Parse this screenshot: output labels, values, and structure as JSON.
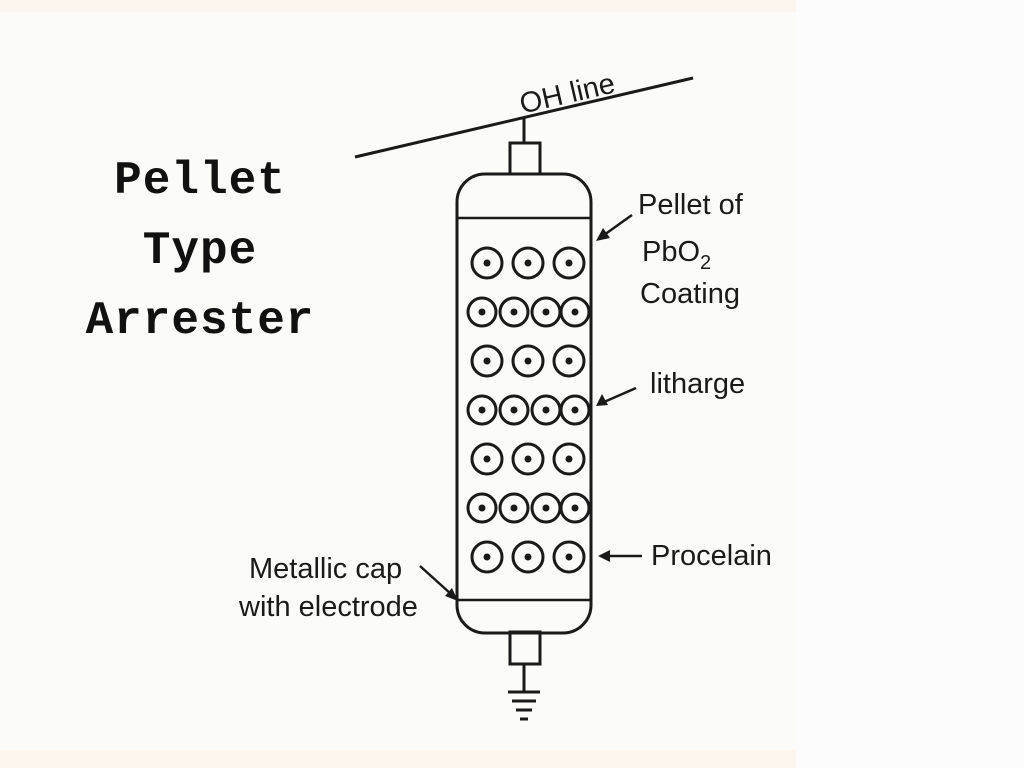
{
  "slide": {
    "title_lines": [
      "Pellet",
      "Type",
      "Arrester"
    ]
  },
  "diagram": {
    "labels": {
      "oh_line": "OH line",
      "pellet_line1": "Pellet of",
      "pellet_line2_base": "PbO",
      "pellet_line2_sub": "2",
      "pellet_line3": "Coating",
      "litharge": "litharge",
      "porcelain": "Procelain",
      "cap_line1": "Metallic cap",
      "cap_line2": "with electrode"
    },
    "pellet_rows": [
      3,
      4,
      3,
      4,
      3,
      4,
      3
    ],
    "colors": {
      "ink": "#1a1a1a",
      "slide_background": "#fdf6ee",
      "scan_background": "#fbfbf9"
    }
  }
}
